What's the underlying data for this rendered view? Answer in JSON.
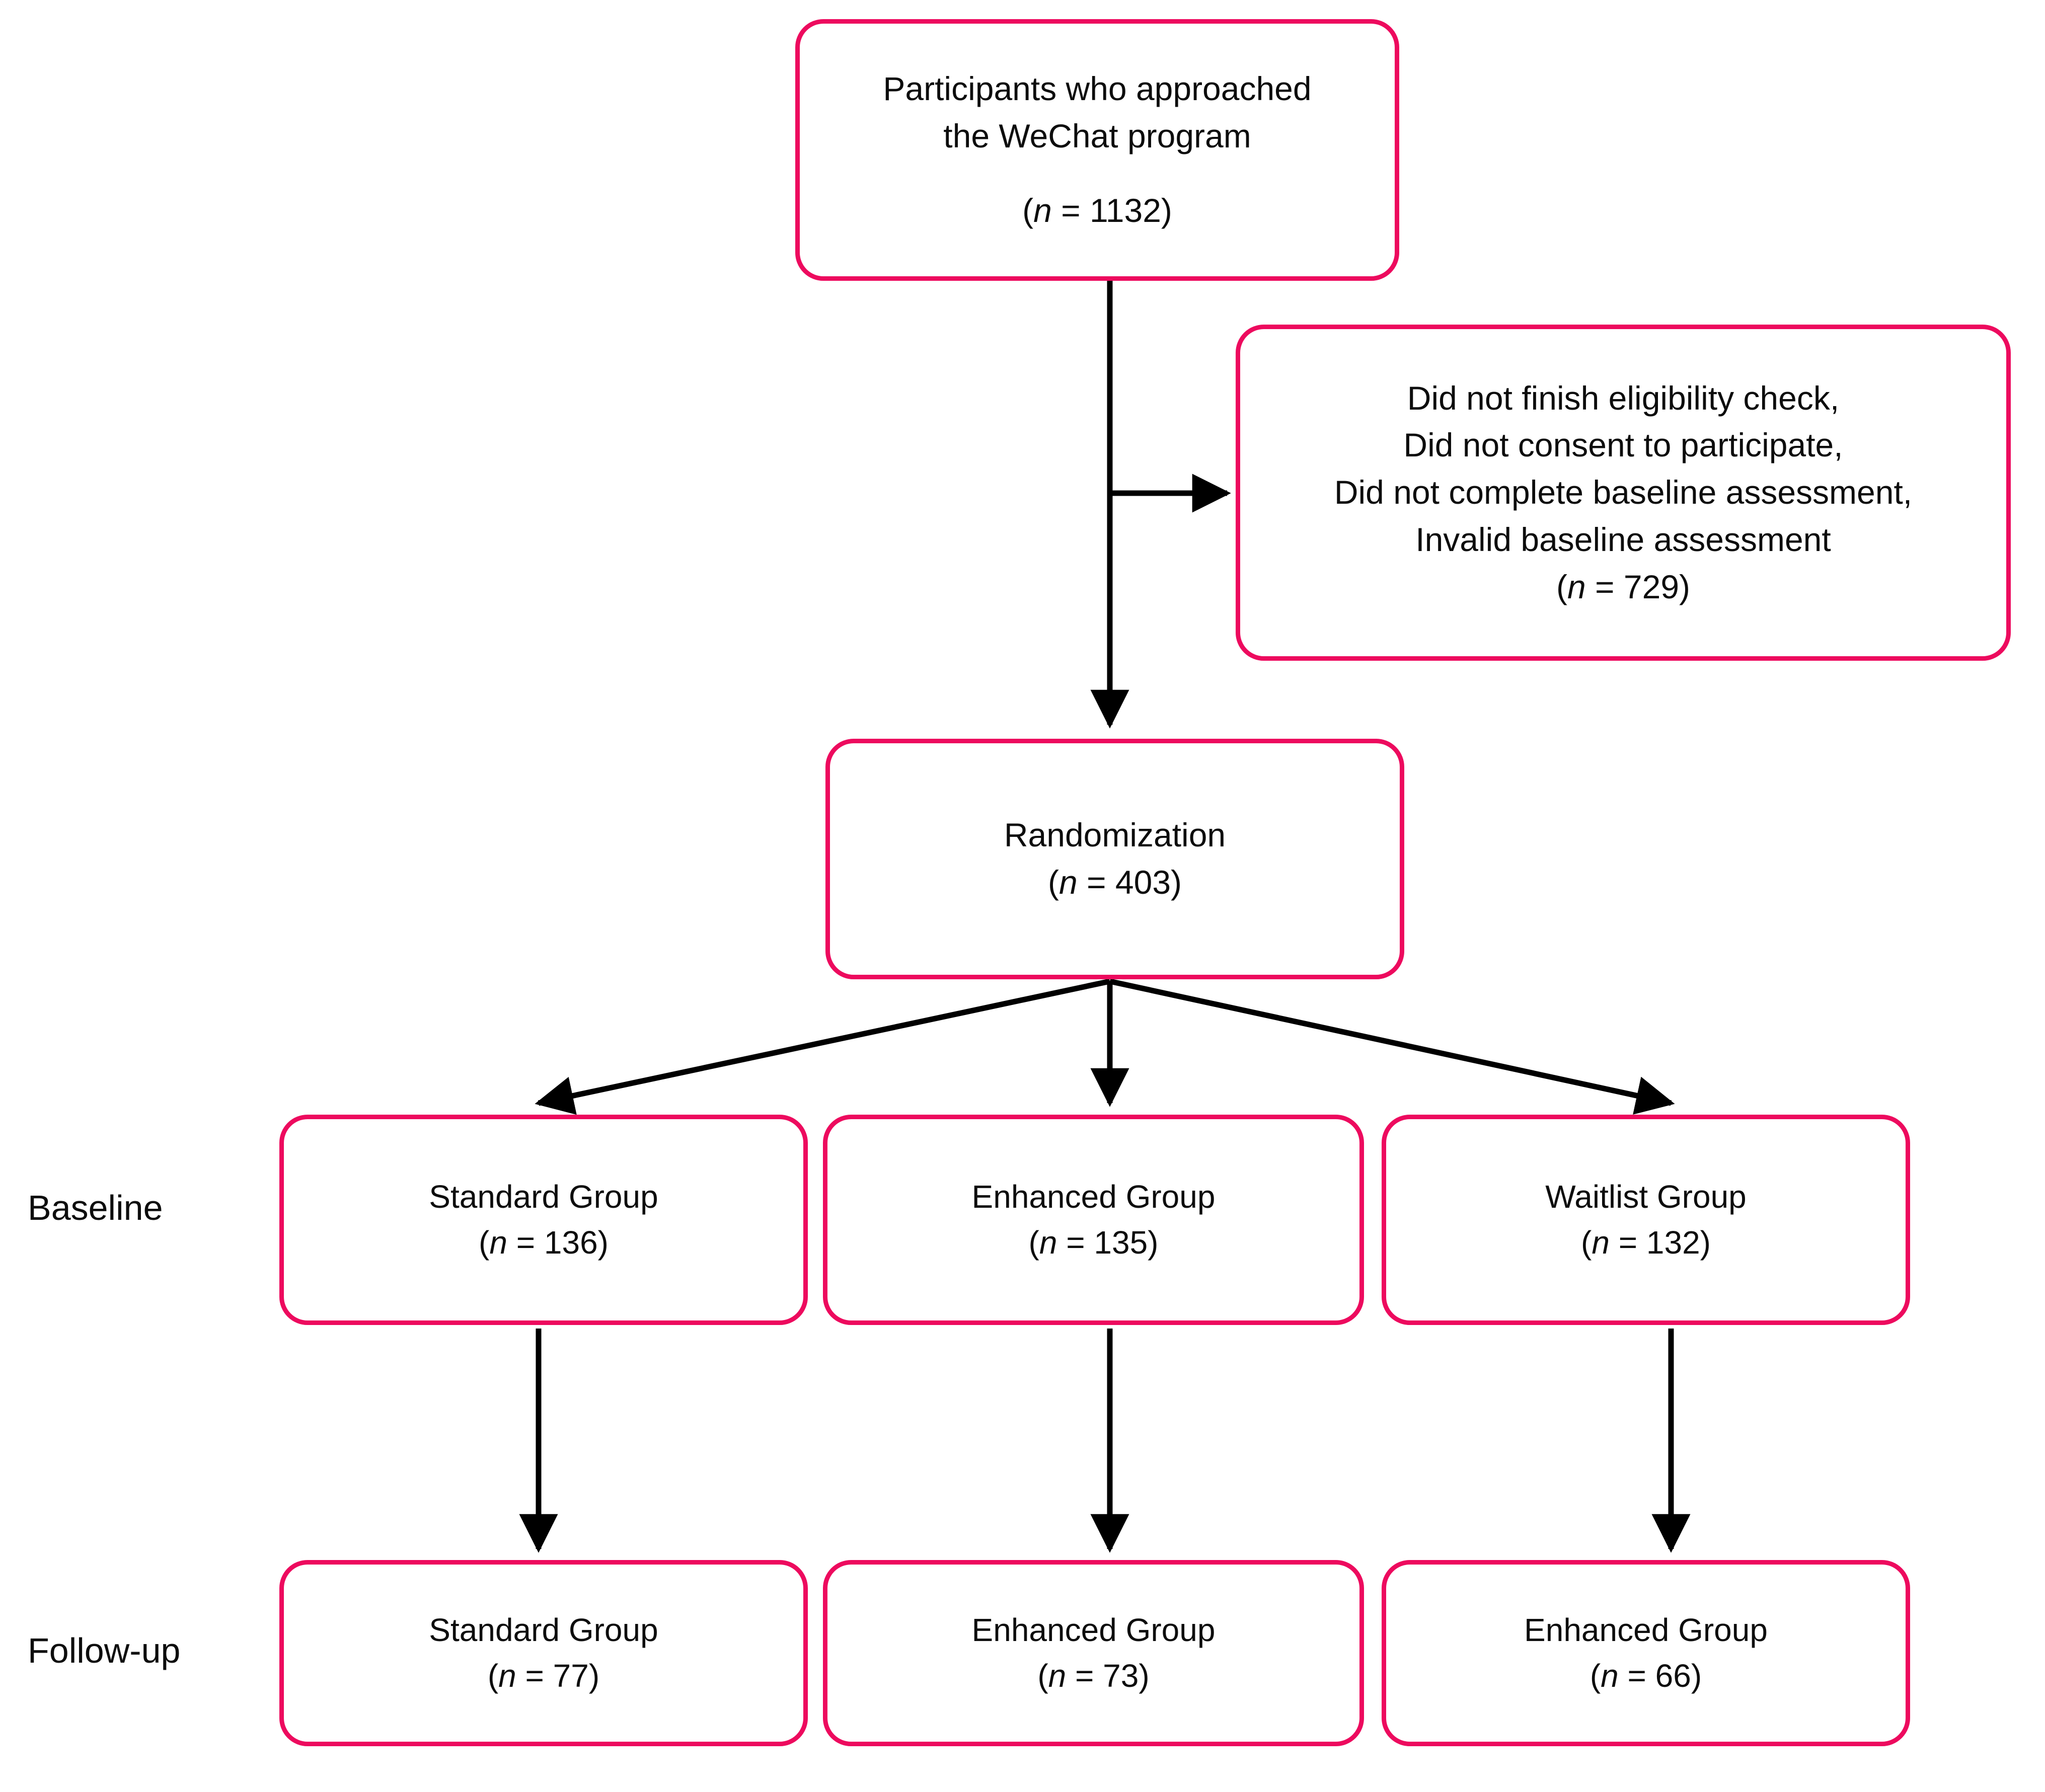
{
  "diagram": {
    "type": "consort-flow-diagram",
    "colors": {
      "node_border": "#ED0A5E",
      "node_fill": "#FFFFFF",
      "edge": "#000000",
      "text": "#0D0D0D",
      "background": "#FFFFFF"
    },
    "stage_labels": [
      {
        "id": "baseline",
        "text": "Baseline"
      },
      {
        "id": "followup",
        "text": "Follow-up"
      }
    ],
    "nodes": {
      "approached": {
        "lines": [
          "Participants who approached",
          "the WeChat program"
        ],
        "n_prefix": "(",
        "n_symbol": "n",
        "n_equals": " = ",
        "n_value": "1132",
        "n_suffix": ")",
        "n_text": "(n = 1132)"
      },
      "excluded": {
        "lines": [
          "Did not finish eligibility check,",
          "Did not consent to participate,",
          "Did not complete baseline assessment,",
          "Invalid baseline assessment"
        ],
        "n_symbol": "n",
        "n_value": "729",
        "n_text": "(n = 729)"
      },
      "randomization": {
        "lines": [
          "Randomization"
        ],
        "n_symbol": "n",
        "n_value": "403",
        "n_text": "(n = 403)"
      },
      "baseline_standard": {
        "lines": [
          "Standard Group"
        ],
        "n_symbol": "n",
        "n_value": "136",
        "n_text": "(n = 136)"
      },
      "baseline_enhanced": {
        "lines": [
          "Enhanced Group"
        ],
        "n_symbol": "n",
        "n_value": "135",
        "n_text": "(n = 135)"
      },
      "baseline_waitlist": {
        "lines": [
          "Waitlist Group"
        ],
        "n_symbol": "n",
        "n_value": "132",
        "n_text": "(n = 132)"
      },
      "followup_standard": {
        "lines": [
          "Standard Group"
        ],
        "n_symbol": "n",
        "n_value": "77",
        "n_text": "(n = 77)"
      },
      "followup_enhanced": {
        "lines": [
          "Enhanced Group"
        ],
        "n_symbol": "n",
        "n_value": "73",
        "n_text": "(n = 73)"
      },
      "followup_waitlist": {
        "lines": [
          "Enhanced Group"
        ],
        "n_symbol": "n",
        "n_value": "66",
        "n_text": "(n = 66)"
      }
    },
    "edges": [
      {
        "from": "approached",
        "to": "excluded",
        "style": "elbow-right-arrow"
      },
      {
        "from": "approached",
        "to": "randomization",
        "style": "straight-down-arrow"
      },
      {
        "from": "randomization",
        "to": "baseline_standard",
        "style": "diagonal-left-arrow"
      },
      {
        "from": "randomization",
        "to": "baseline_enhanced",
        "style": "straight-down-arrow"
      },
      {
        "from": "randomization",
        "to": "baseline_waitlist",
        "style": "diagonal-right-arrow"
      },
      {
        "from": "baseline_standard",
        "to": "followup_standard",
        "style": "straight-down-arrow"
      },
      {
        "from": "baseline_enhanced",
        "to": "followup_enhanced",
        "style": "straight-down-arrow"
      },
      {
        "from": "baseline_waitlist",
        "to": "followup_waitlist",
        "style": "straight-down-arrow"
      }
    ]
  }
}
